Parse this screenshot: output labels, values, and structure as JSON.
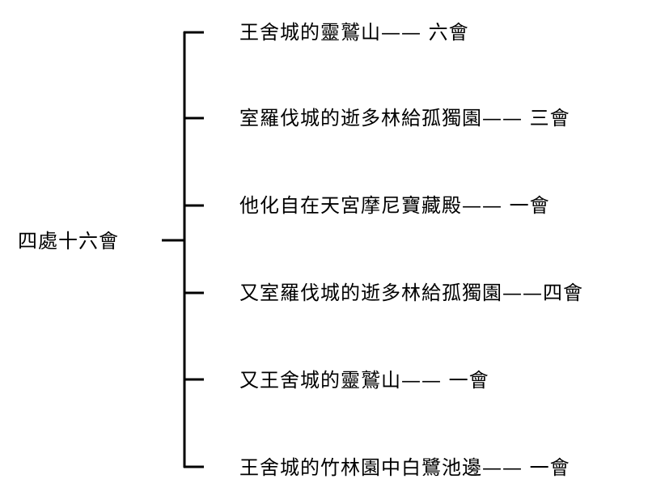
{
  "root": {
    "label": "四處十六會"
  },
  "branches": [
    {
      "label": "王舍城的靈鷲山—— 六會"
    },
    {
      "label": "室羅伐城的逝多林給孤獨園—— 三會"
    },
    {
      "label": "他化自在天宮摩尼寶藏殿—— 一會"
    },
    {
      "label": "又室羅伐城的逝多林給孤獨園——四會"
    },
    {
      "label": "又王舍城的靈鷲山—— 一會"
    },
    {
      "label": "王舍城的竹林園中白鷺池邊—— 一會"
    }
  ],
  "colors": {
    "line": "#000000",
    "text": "#000000",
    "background": "#ffffff"
  }
}
